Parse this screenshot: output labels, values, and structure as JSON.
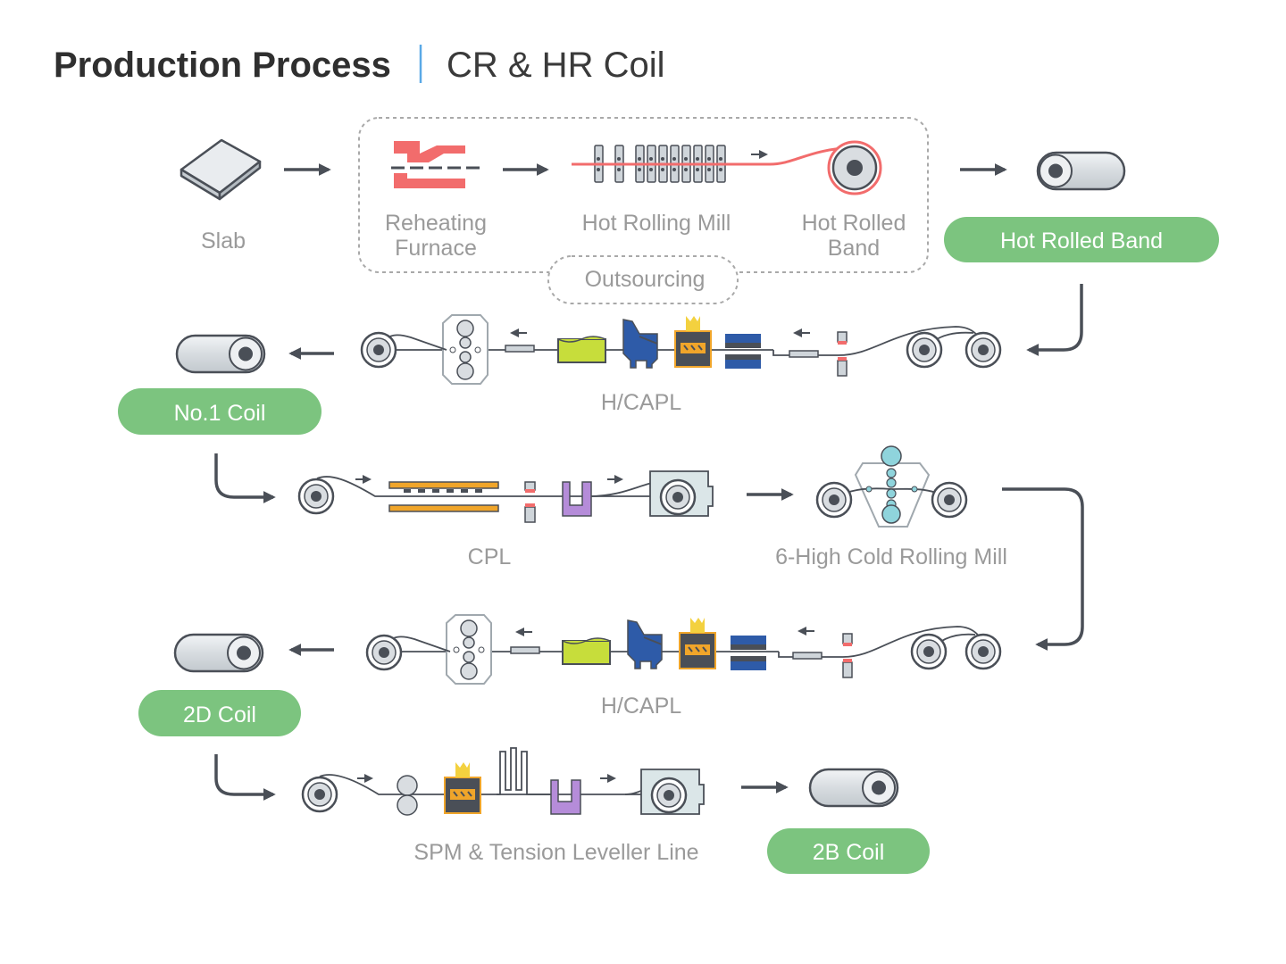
{
  "title": {
    "main": "Production Process",
    "sub": "CR & HR Coil"
  },
  "colors": {
    "pill_green": "#7cc47f",
    "arrow_dark": "#4a4f57",
    "label_gray": "#9a9a9a",
    "hot_red": "#f26c6c",
    "acid_green": "#c7dd3b",
    "brine_blue": "#2e5ba8",
    "furnace_orange": "#f0a52a",
    "tank_purple": "#b58cd9",
    "bath_yellow": "#f3d13f",
    "cool_cyan": "#8fd4dc"
  },
  "row1": {
    "slab": "Slab",
    "furnace": [
      "Reheating",
      "Furnace"
    ],
    "hot_mill": "Hot Rolling Mill",
    "hot_band": [
      "Hot Rolled",
      "Band"
    ],
    "outsourcing": "Outsourcing",
    "product": "Hot Rolled Band"
  },
  "row2": {
    "line": "H/CAPL",
    "product": "No.1 Coil"
  },
  "row3": {
    "line1": "CPL",
    "line2": "6-High Cold Rolling Mill"
  },
  "row4": {
    "line": "H/CAPL",
    "product": "2D Coil"
  },
  "row5": {
    "line": "SPM & Tension Leveller Line",
    "product": "2B Coil"
  }
}
